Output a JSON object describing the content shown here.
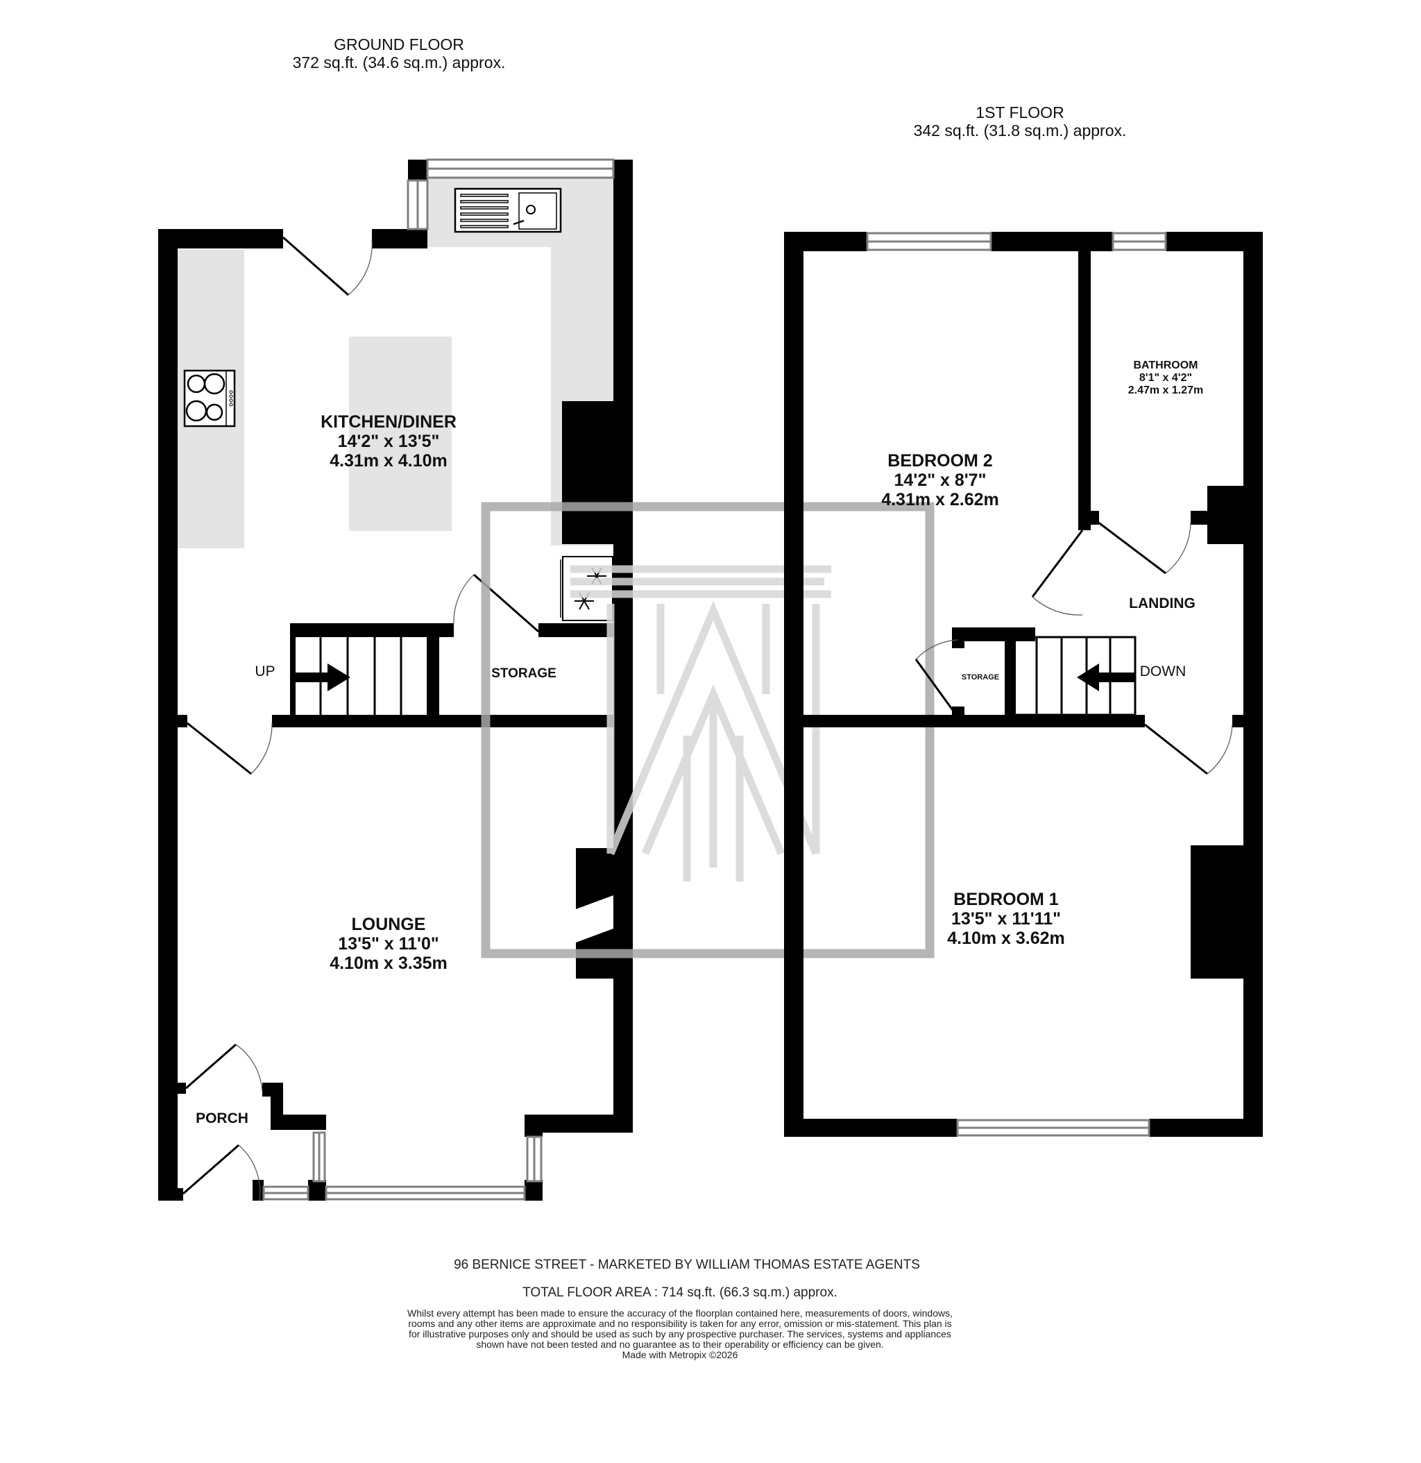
{
  "floors": [
    {
      "name": "GROUND FLOOR",
      "area": "372 sq.ft. (34.6 sq.m.) approx.",
      "rooms": [
        {
          "name": "KITCHEN/DINER",
          "imperial": "14'2\"  x 13'5\"",
          "metric": "4.31m  x 4.10m"
        },
        {
          "name": "LOUNGE",
          "imperial": "13'5\"  x 11'0\"",
          "metric": "4.10m  x 3.35m"
        },
        {
          "name": "STORAGE"
        },
        {
          "name": "PORCH"
        }
      ],
      "stairs_label": "UP"
    },
    {
      "name": "1ST FLOOR",
      "area": "342 sq.ft. (31.8 sq.m.) approx.",
      "rooms": [
        {
          "name": "BEDROOM 2",
          "imperial": "14'2\"  x 8'7\"",
          "metric": "4.31m  x 2.62m"
        },
        {
          "name": "BATHROOM",
          "imperial": "8'1\"  x 4'2\"",
          "metric": "2.47m  x 1.27m"
        },
        {
          "name": "LANDING"
        },
        {
          "name": "STORAGE"
        },
        {
          "name": "BEDROOM 1",
          "imperial": "13'5\"  x 11'11\"",
          "metric": "4.10m  x 3.62m"
        }
      ],
      "stairs_label": "DOWN"
    }
  ],
  "footer": {
    "address_line": "96 BERNICE STREET - MARKETED BY WILLIAM THOMAS ESTATE AGENTS",
    "total_area": "TOTAL FLOOR AREA : 714 sq.ft. (66.3 sq.m.) approx.",
    "disclaimer": "Whilst every attempt has been made to ensure the accuracy of the floorplan contained here, measurements of doors, windows, rooms and any other items are approximate and no responsibility is taken for any error, omission or mis-statement. This plan is for illustrative purposes only and should be used as such by any prospective purchaser. The services, systems and appliances shown have not been tested and no guarantee as to their operability or efficiency can be given.",
    "credit": "Made with Metropix ©2026"
  },
  "icons": {
    "hob": "hob-icon",
    "sink": "sink-icon",
    "fridge_freezer": "fridge-freezer-icon",
    "watermark": "agency-logo-watermark"
  },
  "colors": {
    "wall": "#000000",
    "fitted_units": "#e4e4e4",
    "window_frame": "#808080",
    "watermark": "#a8a8a8"
  }
}
